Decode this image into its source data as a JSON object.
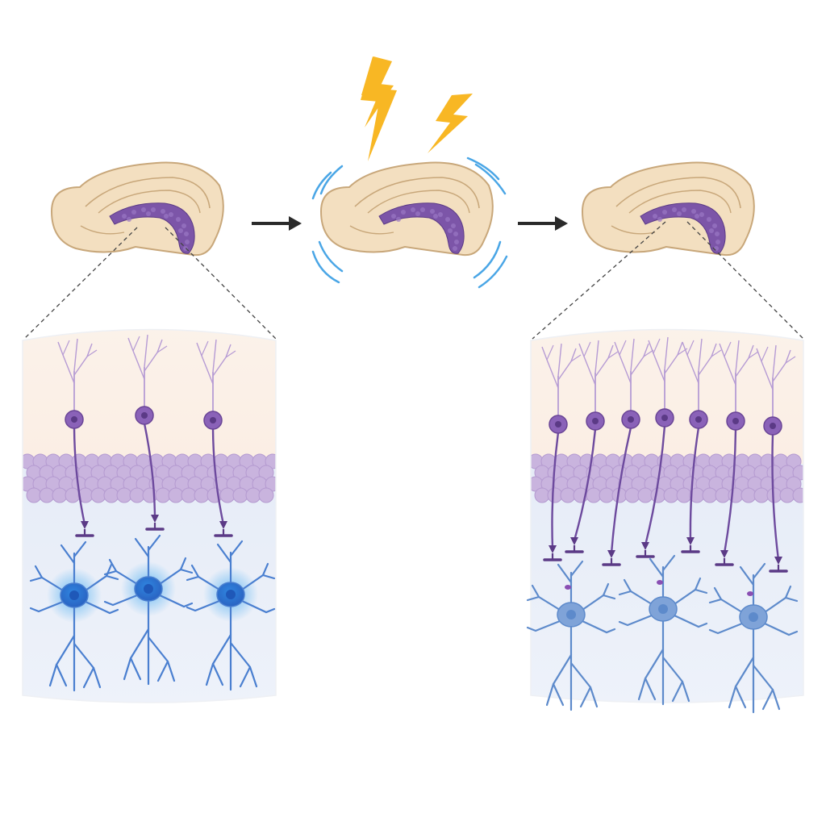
{
  "stages": [
    {
      "id": "before",
      "neurons": 3,
      "state": "normal"
    },
    {
      "id": "stimulus",
      "bolts": 2,
      "state": "seizure"
    },
    {
      "id": "after",
      "neurons": 7,
      "state": "sprouting"
    }
  ],
  "colors": {
    "background": "#ffffff",
    "brain_fill": "#f3dfc0",
    "brain_stroke": "#c8a77a",
    "granule_purple": "#7c55a8",
    "granule_light": "#c9b4de",
    "upper_layer": "#fbeee3",
    "lower_layer": "#e9eef8",
    "target_blue": "#4a7fd0",
    "target_glow": "#3fa8f0",
    "bolt": "#f8b724",
    "ripple": "#4aa6e6",
    "arrow": "#2a2a2a"
  }
}
